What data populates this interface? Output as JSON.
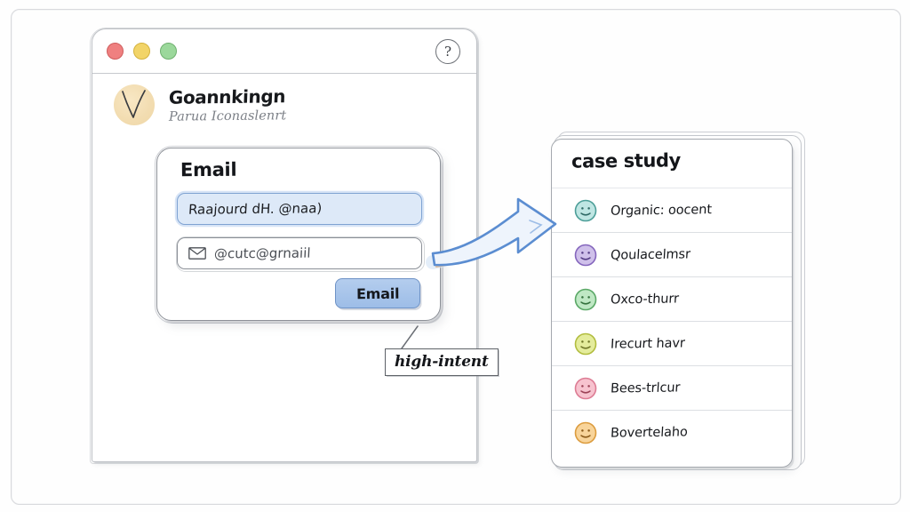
{
  "window": {
    "traffic_lights": [
      {
        "name": "close",
        "color": "#ef8080"
      },
      {
        "name": "minimize",
        "color": "#f2d468"
      },
      {
        "name": "maximize",
        "color": "#9bd89b"
      }
    ],
    "help_label": "?"
  },
  "profile": {
    "title": "Goannkingn",
    "subtitle": "Parua Iconaslenrt",
    "avatar_icon": "check-v-glyph",
    "avatar_color": "#f2dcb0"
  },
  "form": {
    "heading": "Email",
    "primary_field": {
      "value": "Raajourd dH. @naa)",
      "placeholder": "Raajourd dH. @naa)",
      "focused": true,
      "fill_color": "#dde9f8",
      "border_color": "#7fa3d2"
    },
    "secondary_field": {
      "icon": "envelope-icon",
      "value": "@cutc@grnaiil",
      "placeholder": "@cutc@grnaiil"
    },
    "submit_label": "Email"
  },
  "callout": {
    "label": "high-intent"
  },
  "case_panel": {
    "title": "case study",
    "rows": [
      {
        "label": "Organic: oocent",
        "avatar_icon": "smiley-icon",
        "color": "#79c9c4"
      },
      {
        "label": "Qoulacelmsr",
        "avatar_icon": "smiley-icon",
        "color": "#a98fd4"
      },
      {
        "label": "Oxco-thurr",
        "avatar_icon": "smiley-icon",
        "color": "#7fce8a"
      },
      {
        "label": "Irecurt havr",
        "avatar_icon": "smiley-icon",
        "color": "#cfda5e"
      },
      {
        "label": "Bees-trlcur",
        "avatar_icon": "smiley-icon",
        "color": "#f09ab0"
      },
      {
        "label": "Bovertelaho",
        "avatar_icon": "smiley-icon",
        "color": "#f0b45e"
      }
    ]
  },
  "connector": {
    "arrow_name": "flow-arrow",
    "arrow_color": "#5b8dd1",
    "trail_color": "#e2a564"
  }
}
